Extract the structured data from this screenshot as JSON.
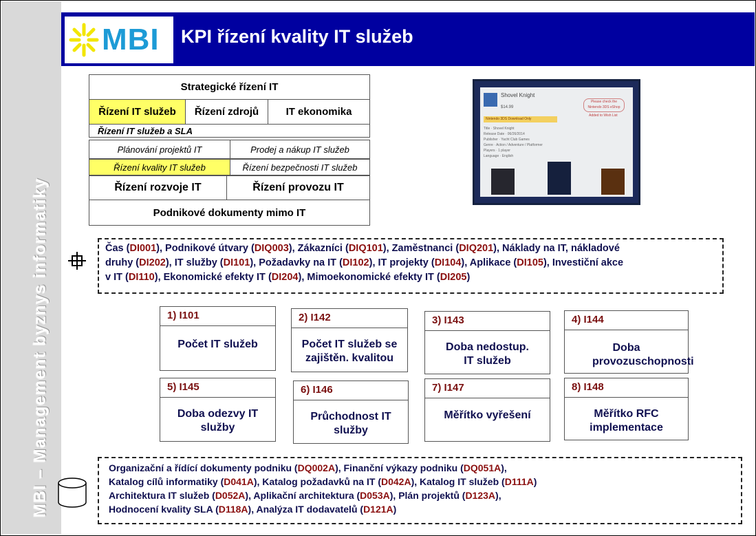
{
  "header": {
    "logo_text": "MBI",
    "title": "KPI řízení kvality IT služeb"
  },
  "sidebar": {
    "vertical_text": "MBI – Management byznys informatiky"
  },
  "framework": {
    "strategic": "Strategické řízení IT",
    "services": "Řízení IT služeb",
    "resources": "Řízení zdrojů",
    "economics": "IT ekonomika",
    "sla": "Řízení IT služeb a SLA",
    "projects": "Plánování projektů IT",
    "purchase": "Prodej a nákup IT služeb",
    "quality": "Řízení kvality IT služeb",
    "security": "Řízení bezpečnosti IT služeb",
    "development": "Řízení rozvoje IT",
    "operations": "Řízení provozu IT",
    "documents": "Podnikové dokumenty mimo IT"
  },
  "photo": {
    "game_title": "Shovel Knight",
    "price": "$14.99",
    "badge": "Nintendo 3DS Download Only",
    "note": "Please check the Nintendo 3DS eShop",
    "wishlist": "Added to Wish List",
    "rows": [
      [
        "Title",
        "Shovel Knight"
      ],
      [
        "Release Date",
        "06/26/2014"
      ],
      [
        "Publisher",
        "Yacht Club Games"
      ],
      [
        "Genre",
        "Action / Adventure / Platformer"
      ],
      [
        "Players",
        "1 player"
      ],
      [
        "Language",
        "English"
      ]
    ]
  },
  "dimensions": {
    "lines": [
      [
        [
          "Čas (",
          0
        ],
        [
          "DI001",
          1
        ],
        [
          "), Podnikové útvary (",
          0
        ],
        [
          "DIQ003",
          1
        ],
        [
          "), Zákazníci (",
          0
        ],
        [
          "DIQ101",
          1
        ],
        [
          "), Zaměstnanci  (",
          0
        ],
        [
          "DIQ201",
          1
        ],
        [
          "), Náklady na IT, nákladové",
          0
        ]
      ],
      [
        [
          "druhy (",
          0
        ],
        [
          "DI202",
          1
        ],
        [
          "), IT služby (",
          0
        ],
        [
          "DI101",
          1
        ],
        [
          "), Požadavky na IT (",
          0
        ],
        [
          "DI102",
          1
        ],
        [
          "), IT projekty (",
          0
        ],
        [
          "DI104",
          1
        ],
        [
          "), Aplikace (",
          0
        ],
        [
          "DI105",
          1
        ],
        [
          "), Investiční akce",
          0
        ]
      ],
      [
        [
          "v IT (",
          0
        ],
        [
          "DI110",
          1
        ],
        [
          "), Ekonomické efekty IT (",
          0
        ],
        [
          "DI204",
          1
        ],
        [
          "), Mimoekonomické efekty IT (",
          0
        ],
        [
          "DI205",
          1
        ],
        [
          ")",
          0
        ]
      ]
    ]
  },
  "kpis": [
    {
      "id": "1) I101",
      "label": "Počet IT služeb"
    },
    {
      "id": "2) I142",
      "label": "Počet IT služeb se zajištěn. kvalitou"
    },
    {
      "id": "3) I143",
      "label": "Doba nedostup. IT služeb"
    },
    {
      "id": "4) I144",
      "label": "Doba provozuschopnosti"
    },
    {
      "id": "5) I145",
      "label": "Doba odezvy IT služby"
    },
    {
      "id": "6) I146",
      "label": "Průchodnost IT služby"
    },
    {
      "id": "7) I147",
      "label": "Měřítko vyřešení"
    },
    {
      "id": "8) I148",
      "label": "Měřítko RFC implementace"
    }
  ],
  "sources": {
    "lines": [
      [
        [
          "Organizační a řídící dokumenty podniku (",
          0
        ],
        [
          "DQ002A",
          1
        ],
        [
          "), Finanční výkazy podniku (",
          0
        ],
        [
          "DQ051A",
          1
        ],
        [
          "),",
          0
        ]
      ],
      [
        [
          "Katalog cílů informatiky (",
          0
        ],
        [
          "D041A",
          1
        ],
        [
          "), Katalog požadavků na IT (",
          0
        ],
        [
          "D042A",
          1
        ],
        [
          "),  Katalog IT služeb (",
          0
        ],
        [
          "D111A",
          1
        ],
        [
          ")",
          0
        ]
      ],
      [
        [
          "Architektura IT služeb (",
          0
        ],
        [
          "D052A",
          1
        ],
        [
          "), Aplikační  architektura (",
          0
        ],
        [
          "D053A",
          1
        ],
        [
          "), Plán projektů (",
          0
        ],
        [
          "D123A",
          1
        ],
        [
          "),",
          0
        ]
      ],
      [
        [
          "Hodnocení kvality SLA  (",
          0
        ],
        [
          "D118A",
          1
        ],
        [
          "), Analýza  IT dodavatelů (",
          0
        ],
        [
          "D121A",
          1
        ],
        [
          ")",
          0
        ]
      ]
    ]
  }
}
